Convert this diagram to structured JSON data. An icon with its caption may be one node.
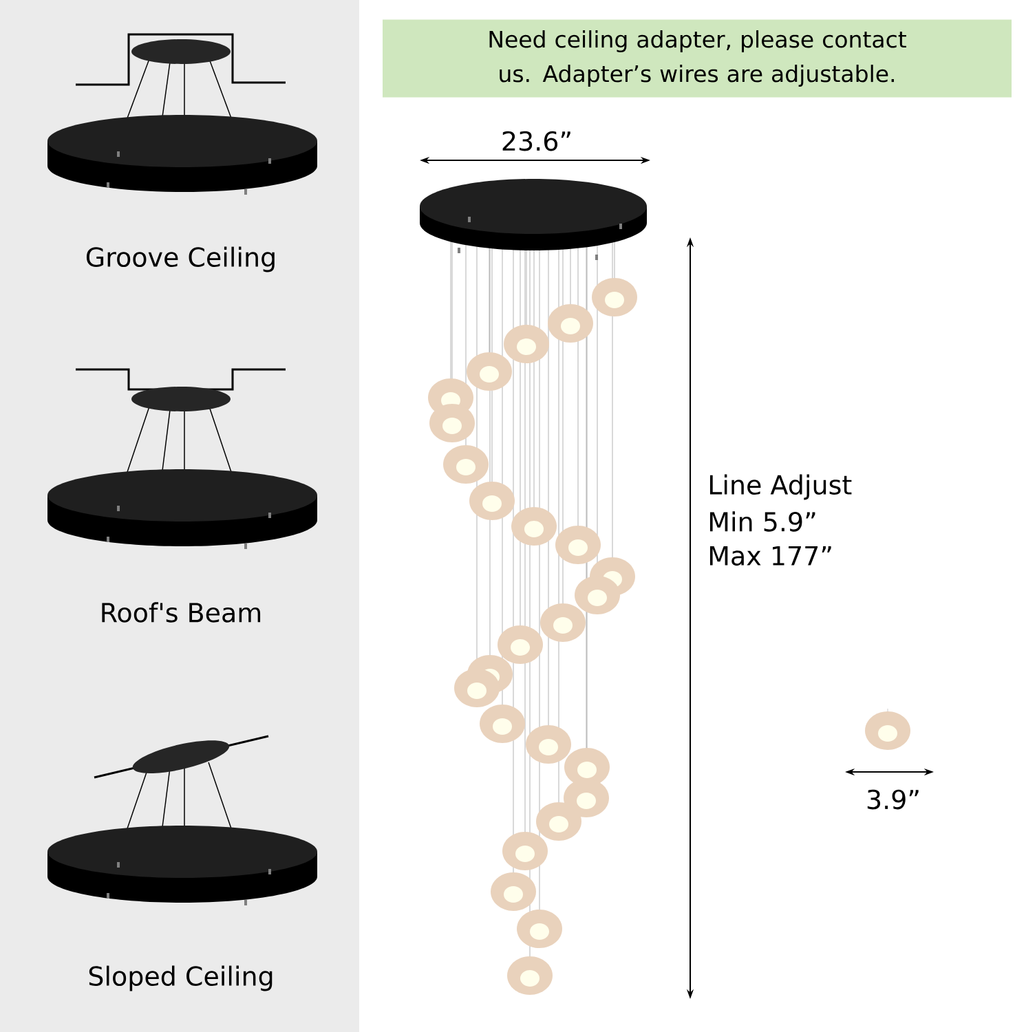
{
  "diagram": {
    "nodes": [
      {
        "text": [
          "Need ceiling adapter, please contact us. Adapter’s wires are adjustable."
        ]
      }
    ],
    "labels": [
      "Groove Ceiling",
      "Roof's Beam",
      "Sloped Ceiling",
      "23.6”",
      "Line Adjust",
      "Min 5.9”",
      "Max 177”",
      "3.9”"
    ]
  }
}
